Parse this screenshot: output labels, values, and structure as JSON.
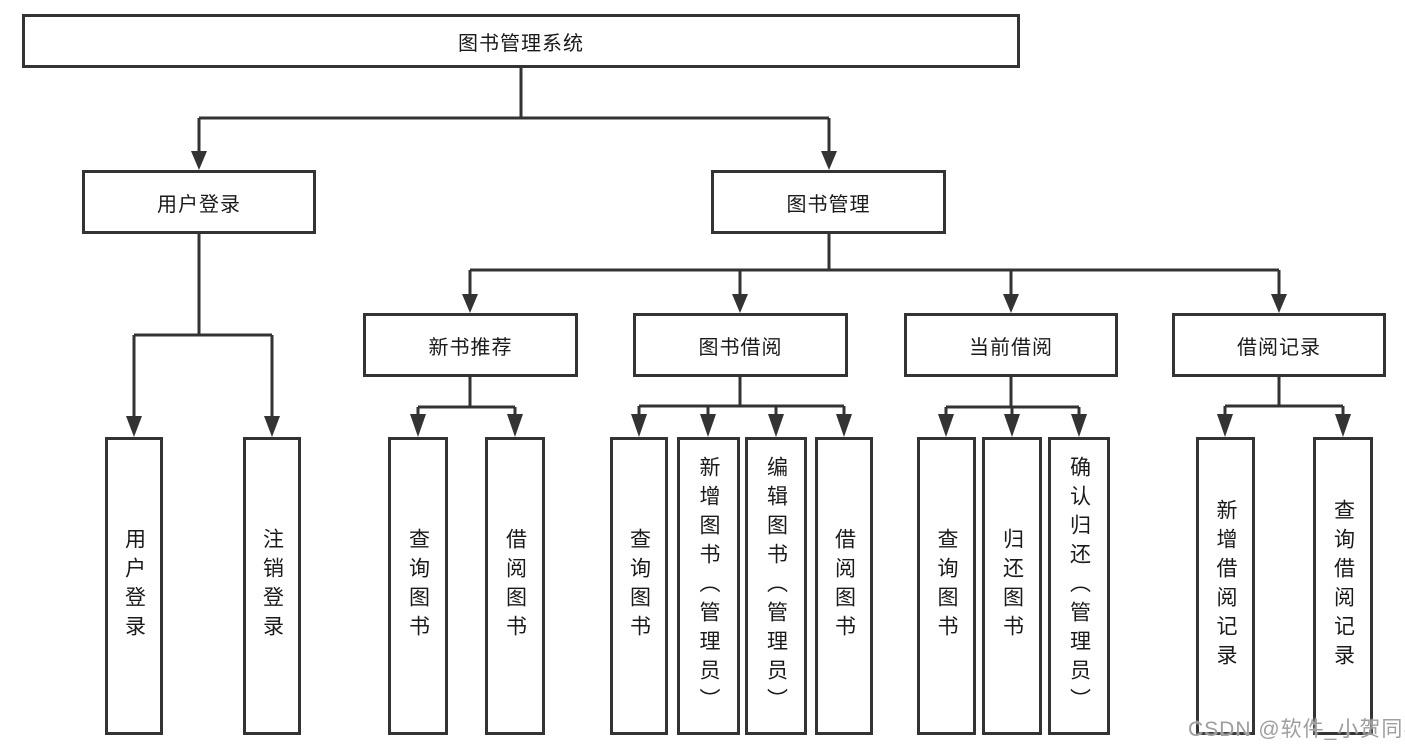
{
  "diagram": {
    "title": "图书管理系统",
    "branches": {
      "user_login": {
        "label": "用户登录",
        "children": [
          "用户登录",
          "注销登录"
        ]
      },
      "book_management": {
        "label": "图书管理",
        "sections": [
          {
            "label": "新书推荐",
            "children": [
              "查询图书",
              "借阅图书"
            ]
          },
          {
            "label": "图书借阅",
            "children": [
              "查询图书",
              "新增图书（管理员）",
              "编辑图书（管理员）",
              "借阅图书"
            ]
          },
          {
            "label": "当前借阅",
            "children": [
              "查询图书",
              "归还图书",
              "确认归还（管理员）"
            ]
          },
          {
            "label": "借阅记录",
            "children": [
              "新增借阅记录",
              "查询借阅记录"
            ]
          }
        ]
      }
    }
  },
  "watermark": "CSDN @软件_小贺同学",
  "colors": {
    "line": "#333333",
    "text": "#1a1a1a",
    "watermark": "#9e9e9e",
    "background": "#ffffff"
  }
}
